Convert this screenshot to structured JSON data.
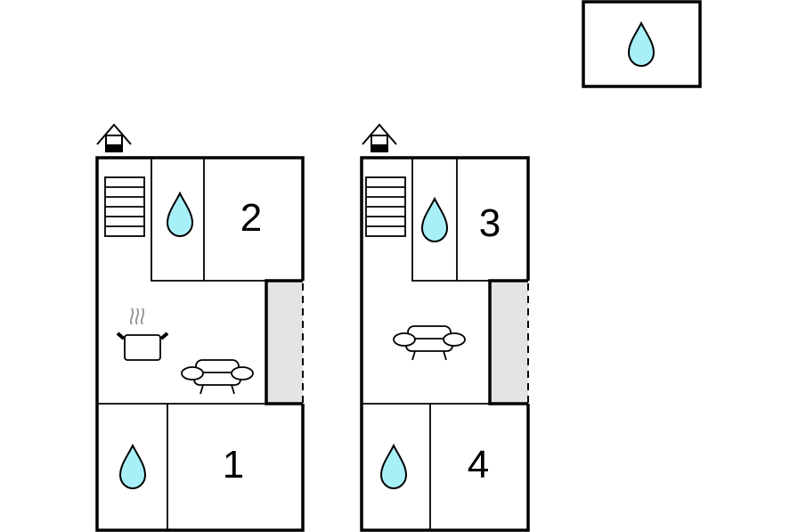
{
  "title": "Floor plan",
  "colors": {
    "water": "#a8f0f8",
    "terrace": "#e4e4e4",
    "wall": "#000000"
  },
  "buildings": [
    {
      "id": "left",
      "entrance_icon": "house-entrance-icon",
      "rooms": [
        {
          "type": "bedroom",
          "label": "2"
        },
        {
          "type": "bathroom",
          "icon": "water-drop-icon"
        },
        {
          "type": "bedroom",
          "label": "1"
        },
        {
          "type": "bathroom",
          "icon": "water-drop-icon"
        },
        {
          "type": "kitchen-living",
          "icons": [
            "cooking-pot-icon",
            "sofa-icon",
            "stairs-icon"
          ]
        },
        {
          "type": "terrace"
        }
      ]
    },
    {
      "id": "right",
      "entrance_icon": "house-entrance-icon",
      "rooms": [
        {
          "type": "bedroom",
          "label": "3"
        },
        {
          "type": "bathroom",
          "icon": "water-drop-icon"
        },
        {
          "type": "bedroom",
          "label": "4"
        },
        {
          "type": "bathroom",
          "icon": "water-drop-icon"
        },
        {
          "type": "living",
          "icons": [
            "sofa-icon",
            "stairs-icon"
          ]
        },
        {
          "type": "terrace"
        }
      ]
    }
  ],
  "separate_bathroom": {
    "icon": "water-drop-icon"
  }
}
